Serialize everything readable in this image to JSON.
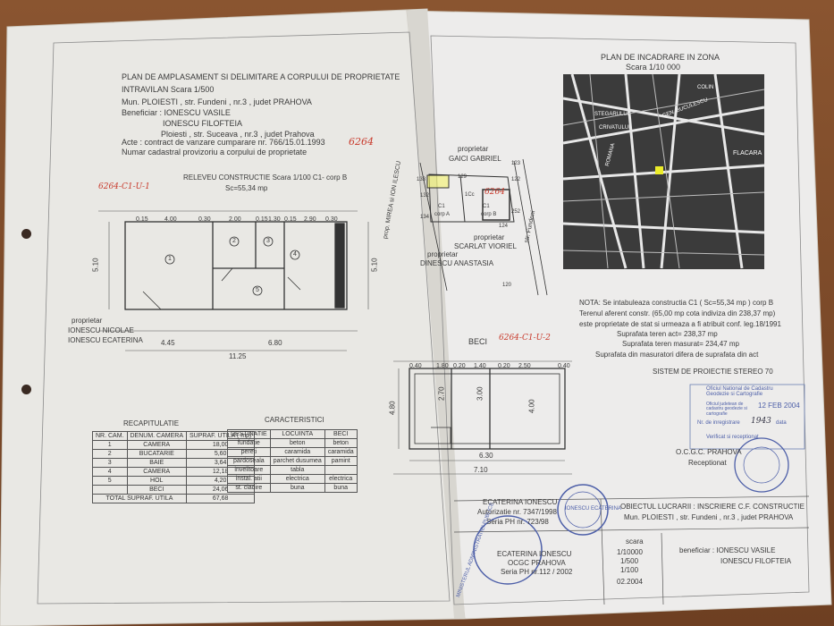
{
  "plan": {
    "title_1": "PLAN DE AMPLASAMENT SI DELIMITARE A CORPULUI DE PROPRIETATE",
    "title_2": "INTRAVILAN Scara 1/500",
    "address": "Mun. PLOIESTI , str. Fundeni , nr.3 , judet PRAHOVA",
    "beneficiar_label": "Beneficiar : IONESCU VASILE",
    "beneficiar_2": "IONESCU FILOFTEIA",
    "beneficiar_address": "Ploiesti , str. Suceava , nr.3 , judet Prahova",
    "acte": "Acte : contract de vanzare cumparare nr. 766/15.01.1993",
    "numar_cadastral": "Numar cadastral provizoriu a corpului de proprietate",
    "cad_hand": "6264"
  },
  "releveu": {
    "title": "RELEVEU CONSTRUCTIE Scara 1/100 C1- corp B",
    "sc": "Sc=55,34 mp",
    "hand": "6264-C1-U-1",
    "dims_top": [
      "0.15",
      "4.00",
      "0.30",
      "2.00",
      "0.15",
      "1.30",
      "0.15",
      "2.90",
      "0.30"
    ],
    "room_numbers": [
      "1",
      "2",
      "3",
      "4",
      "5"
    ],
    "dim_total_1": "4.45",
    "dim_total_2": "6.80",
    "dim_total_3": "11.25",
    "dim_left": "5.10",
    "dim_right": "5.10",
    "owner_left_label": "proprietar",
    "owner_left_1": "IONESCU NICOLAE",
    "owner_left_2": "IONESCU ECATERINA"
  },
  "site": {
    "owner_top_label": "proprietar",
    "owner_top": "GAICI GABRIEL",
    "owner_bottom_label": "proprietar",
    "owner_bottom": "SCARLAT VIORIEL",
    "owner_bottom_2": "proprietar",
    "owner_bottom_3": "DINESCU ANASTASIA",
    "street_left": "prop. MIREA si ION ILESCU",
    "street_right": "str. Fundeni",
    "pts": [
      "133",
      "129",
      "122",
      "123",
      "124",
      "252",
      "134",
      "132",
      "120"
    ],
    "labels": [
      "1Cc",
      "C1",
      "corp A",
      "C1",
      "corp B"
    ],
    "hand": "6264"
  },
  "zone": {
    "title": "PLAN DE INCADRARE IN ZONA",
    "scale": "Scara 1/10 000",
    "streets": [
      "FLACARA",
      "STEGARULUI",
      "CRIVATULUI",
      "ROMANA",
      "GEN. BUCULESCU",
      "COLIN"
    ]
  },
  "nota": {
    "line1": "NOTA: Se intabuleaza constructia C1 ( Sc=55,34 mp ) corp B",
    "line2": "Terenul aferent constr. (65,00 mp cota indiviza din 238,37 mp)",
    "line3": "este proprietate de stat si urmeaza a fi atribuit conf. leg.18/1991",
    "line4": "Suprafata teren act= 238,37 mp",
    "line5": "Suprafata teren masurat= 234,47 mp",
    "line6": "Suprafata din masuratori difera de suprafata din act",
    "sistem": "SISTEM DE PROIECTIE STEREO 70"
  },
  "beci": {
    "title": "BECI",
    "hand": "6264-C1-U-2",
    "dims_top": [
      "0.40",
      "1.80",
      "0.20",
      "1.40",
      "0.20",
      "2.50",
      "0.40"
    ],
    "dim_left": "4.80",
    "dim_1": "2.70",
    "dim_2": "3.00",
    "dim_3": "4.00",
    "dim_bottom_1": "6.30",
    "dim_bottom_2": "7.10"
  },
  "recap": {
    "title": "RECAPITULATIE",
    "headers": [
      "NR. CAM.",
      "DENUM. CAMERA",
      "SUPRAF. UTILA ( mp)"
    ],
    "rows": [
      [
        "1",
        "CAMERA",
        "18,00"
      ],
      [
        "2",
        "BUCATARIE",
        "5,60"
      ],
      [
        "3",
        "BAIE",
        "3,64"
      ],
      [
        "4",
        "CAMERA",
        "12,18"
      ],
      [
        "5",
        "HOL",
        "4,20"
      ],
      [
        "",
        "BECI",
        "24,06"
      ]
    ],
    "total_label": "TOTAL SUPRAF. UTILA",
    "total_value": "67,68"
  },
  "caract": {
    "title": "CARACTERISTICI",
    "headers": [
      "DESTINATIE",
      "LOCUINTA",
      "BECI"
    ],
    "rows": [
      [
        "fundatie",
        "beton",
        "beton"
      ],
      [
        "pereti",
        "caramida",
        "caramida"
      ],
      [
        "pardoseala",
        "parchet dusumea",
        "pamint"
      ],
      [
        "invelitoare",
        "tabla",
        ""
      ],
      [
        "instal. atii",
        "electrica",
        "electrica"
      ],
      [
        "st. cladire",
        "buna",
        "buna"
      ]
    ]
  },
  "oficiu": {
    "name": "Oficiul National de Cadastru Geodezie si Cartografie",
    "date": "12 FEB 2004",
    "sub": "Oficiul judetean de cadastru geodezie si cartografie",
    "nr_label": "Nr. de inregistrare",
    "nr_value": "1943",
    "data_label": "data",
    "verif": "Verificat si receptionat",
    "ocgc": "O.C.G.C. PRAHOVA",
    "receptionat": "Receptionat"
  },
  "footer": {
    "author": "ECATERINA IONESCU",
    "autoriz": "Autorizatie nr. 7347/1998",
    "reg": "Seria PH nr. 723/98",
    "obiect": "OBIECTUL LUCRARII : INSCRIERE C.F. CONSTRUCTIE",
    "obiect_addr": "Mun. PLOIESTI , str. Fundeni , nr.3 , judet PRAHOVA",
    "scara_label": "scara",
    "scara_values": [
      "1/10000",
      "1/500",
      "1/100"
    ],
    "date": "02.2004",
    "ben_label": "beneficiar : IONESCU VASILE",
    "ben_2": "IONESCU FILOFTEIA",
    "stamp_name": "ECATERINA IONESCU",
    "stamp_place": "OCGC PRAHOVA",
    "stamp_series": "Seria PH nr.112 / 2002",
    "circle_text": "IONESCU ECATERINA",
    "ministry": "MINISTERUL ADMINISTRATIEI PUBLICE"
  }
}
